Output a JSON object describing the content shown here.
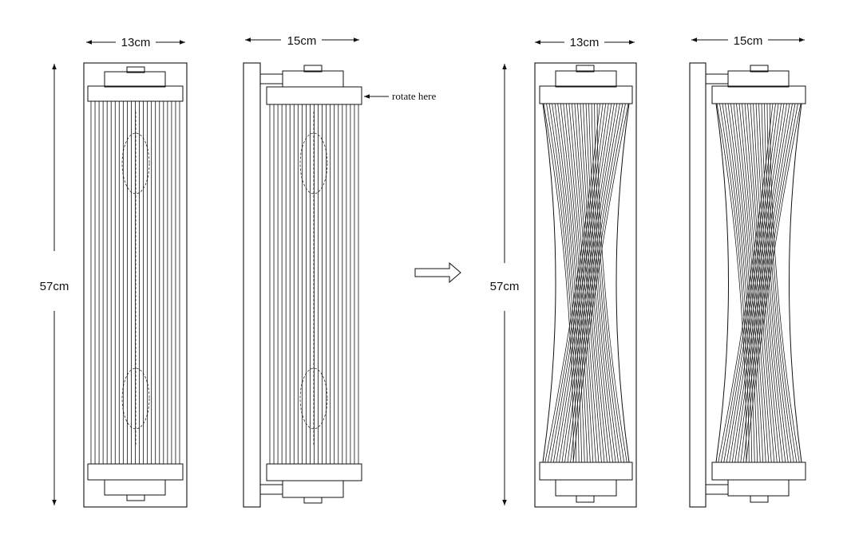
{
  "labels": {
    "width_front": "13cm",
    "width_side": "15cm",
    "height": "57cm",
    "rotate_note": "rotate here"
  },
  "colors": {
    "line": "#111111",
    "background": "#ffffff"
  }
}
